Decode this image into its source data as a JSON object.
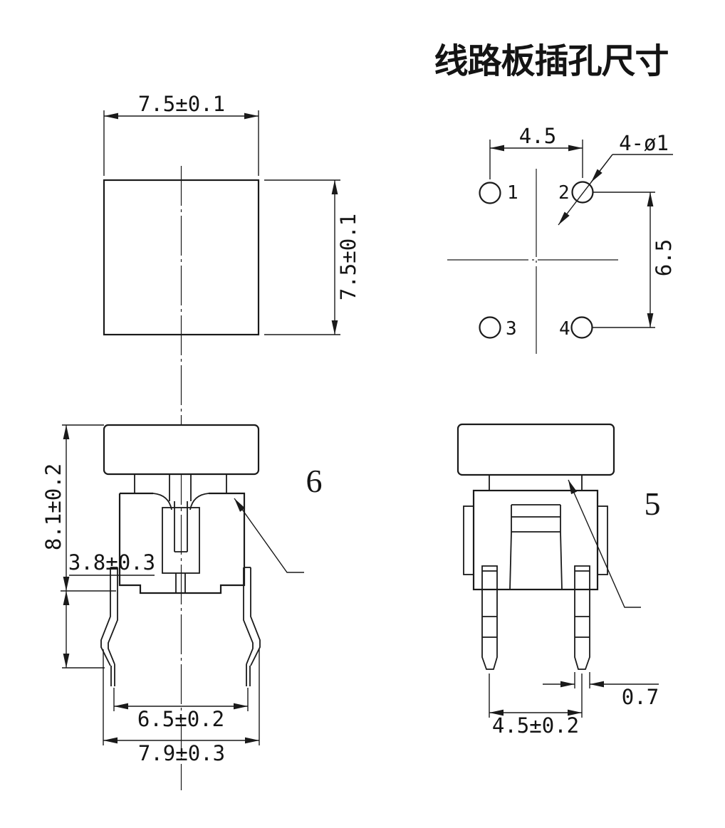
{
  "drawing": {
    "background": "#ffffff",
    "line_color": "#1a1a1a",
    "pcb_view": {
      "title": "线路板插孔尺寸",
      "dim_hole_pitch_x": "4.5",
      "dim_hole_pitch_y": "6.5",
      "hole_callout": "4-ø1",
      "hole_labels": {
        "h1": "1",
        "h2": "2",
        "h3": "3",
        "h4": "4"
      }
    },
    "top_view": {
      "dim_width": "7.5±0.1",
      "dim_height": "7.5±0.1"
    },
    "front_view": {
      "dim_total_height": "8.1±0.2",
      "dim_base_to_pin_bend": "3.8±0.3",
      "dim_pin_span_inner": "6.5±0.2",
      "dim_pin_span_outer": "7.9±0.3",
      "part_label": "6"
    },
    "side_view": {
      "dim_pin_pitch": "4.5±0.2",
      "dim_pin_width": "0.7",
      "part_label": "5"
    }
  }
}
